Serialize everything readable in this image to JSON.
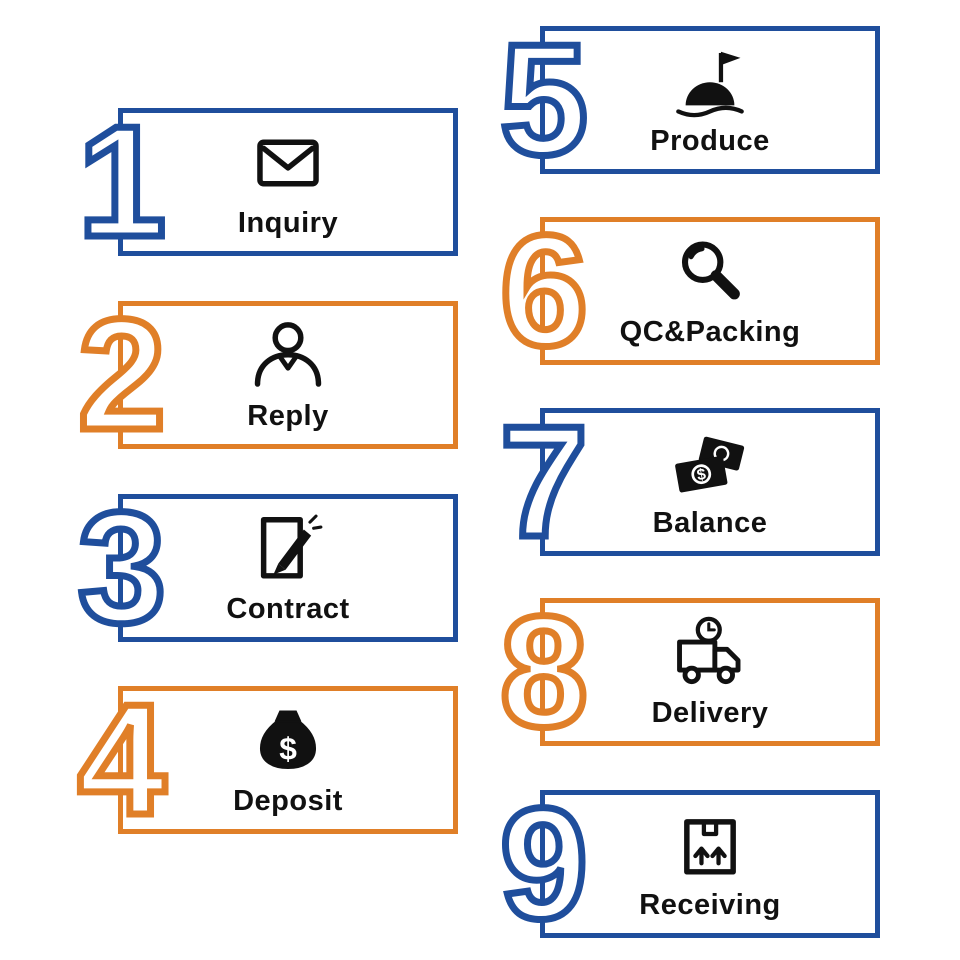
{
  "colors": {
    "blue": "#1f4e9c",
    "orange": "#e07f28",
    "icon": "#111111"
  },
  "steps": [
    {
      "number": "1",
      "label": "Inquiry",
      "color": "blue",
      "icon": "envelope"
    },
    {
      "number": "2",
      "label": "Reply",
      "color": "orange",
      "icon": "person"
    },
    {
      "number": "3",
      "label": "Contract",
      "color": "blue",
      "icon": "document-pencil"
    },
    {
      "number": "4",
      "label": "Deposit",
      "color": "orange",
      "icon": "money-bag"
    },
    {
      "number": "5",
      "label": "Produce",
      "color": "blue",
      "icon": "flag-on-hill"
    },
    {
      "number": "6",
      "label": "QC&Packing",
      "color": "orange",
      "icon": "magnifier"
    },
    {
      "number": "7",
      "label": "Balance",
      "color": "blue",
      "icon": "cash-bills"
    },
    {
      "number": "8",
      "label": "Delivery",
      "color": "orange",
      "icon": "delivery-truck"
    },
    {
      "number": "9",
      "label": "Receiving",
      "color": "blue",
      "icon": "package-box"
    }
  ]
}
